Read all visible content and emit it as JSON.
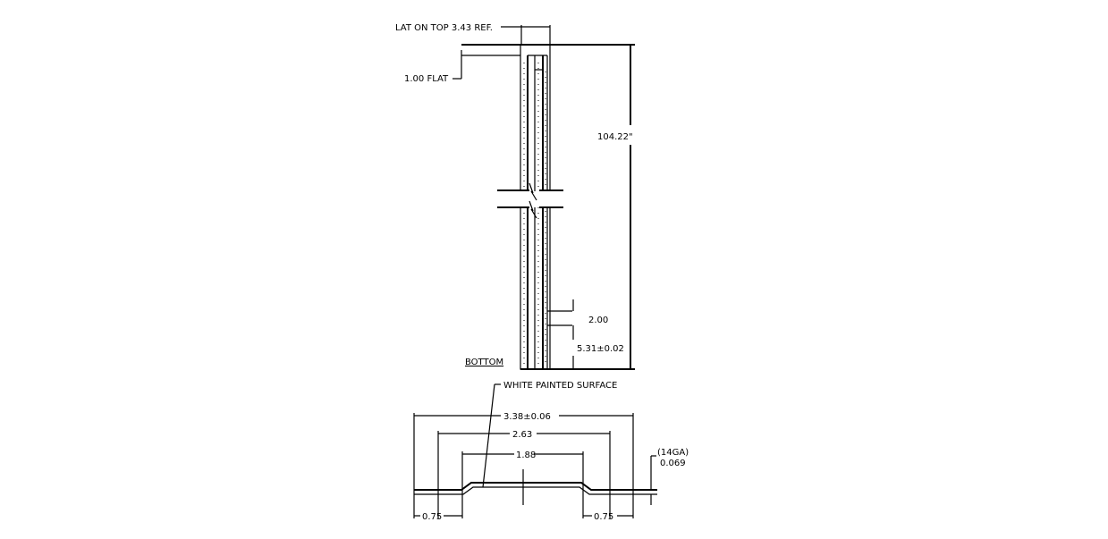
{
  "top_view": {
    "lat_note": "LAT ON TOP 3.43 REF.",
    "flat_note": "1.00 FLAT",
    "length_dim": "104.22\"",
    "dim_2": "2.00",
    "dim_531": "5.31±0.02",
    "bottom_label": "BOTTOM"
  },
  "section_view": {
    "surface_note": "WHITE PAINTED SURFACE",
    "overall_width": "3.38±0.06",
    "mid_width": "2.63",
    "top_width": "1.88",
    "left_flange": "0.75",
    "right_flange": "0.75",
    "gauge": "(14GA)",
    "thickness": "0.069"
  }
}
